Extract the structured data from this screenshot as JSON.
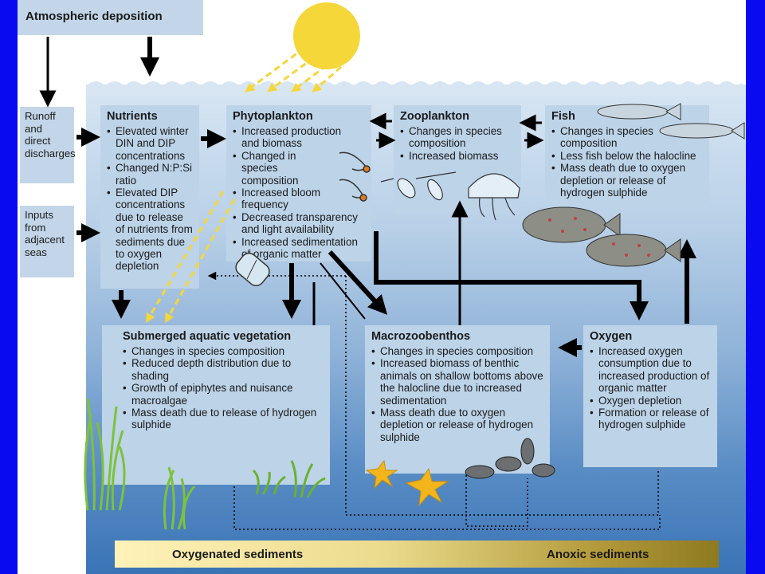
{
  "atmospheric": "Atmospheric deposition",
  "runoff": [
    "Runoff",
    "and",
    "direct",
    "discharges"
  ],
  "inputs": [
    "Inputs",
    "from",
    "adjacent",
    "seas"
  ],
  "nutrients": {
    "title": "Nutrients",
    "items": [
      "Elevated winter DIN and DIP concentrations",
      "Changed N:P:Si ratio",
      "Elevated DIP concentrations due to release of nutrients from sediments due to oxygen depletion"
    ]
  },
  "phytoplankton": {
    "title": "Phytoplankton",
    "items": [
      "Increased production and biomass",
      "Changed in species composition",
      "Increased bloom frequency",
      "Decreased transparency and light availability",
      "Increased sedimentation of organic matter"
    ]
  },
  "zooplankton": {
    "title": "Zooplankton",
    "items": [
      "Changes in species composition",
      "Increased biomass"
    ]
  },
  "fish": {
    "title": "Fish",
    "items": [
      "Changes in species composition",
      "Less fish below the halocline",
      "Mass death due to oxygen depletion or release of hydrogen sulphide"
    ]
  },
  "vegetation": {
    "title": "Submerged aquatic vegetation",
    "items": [
      "Changes in species composition",
      "Reduced depth distribution due to shading",
      "Growth of epiphytes and nuisance macroalgae",
      "Mass death due to release of hydrogen sulphide"
    ]
  },
  "macrozoobenthos": {
    "title": "Macrozoobenthos",
    "items": [
      "Changes in species composition",
      "Increased biomass of benthic animals on shallow bottoms above the halocline due to increased sedimentation",
      "Mass death due to oxygen depletion or release of hydrogen sulphide"
    ]
  },
  "oxygen": {
    "title": "Oxygen",
    "items": [
      "Increased oxygen consumption due to increased production of organic matter",
      "Oxygen depletion",
      "Formation or release of hydrogen sulphide"
    ]
  },
  "sediments": {
    "left": "Oxygenated sediments",
    "right": "Anoxic sediments"
  },
  "colors": {
    "frame": "#0a0af0",
    "box": "#bcd3e8",
    "sun": "#f5d73a",
    "plant": "#7cc23a",
    "starfish": "#f2b51c"
  }
}
